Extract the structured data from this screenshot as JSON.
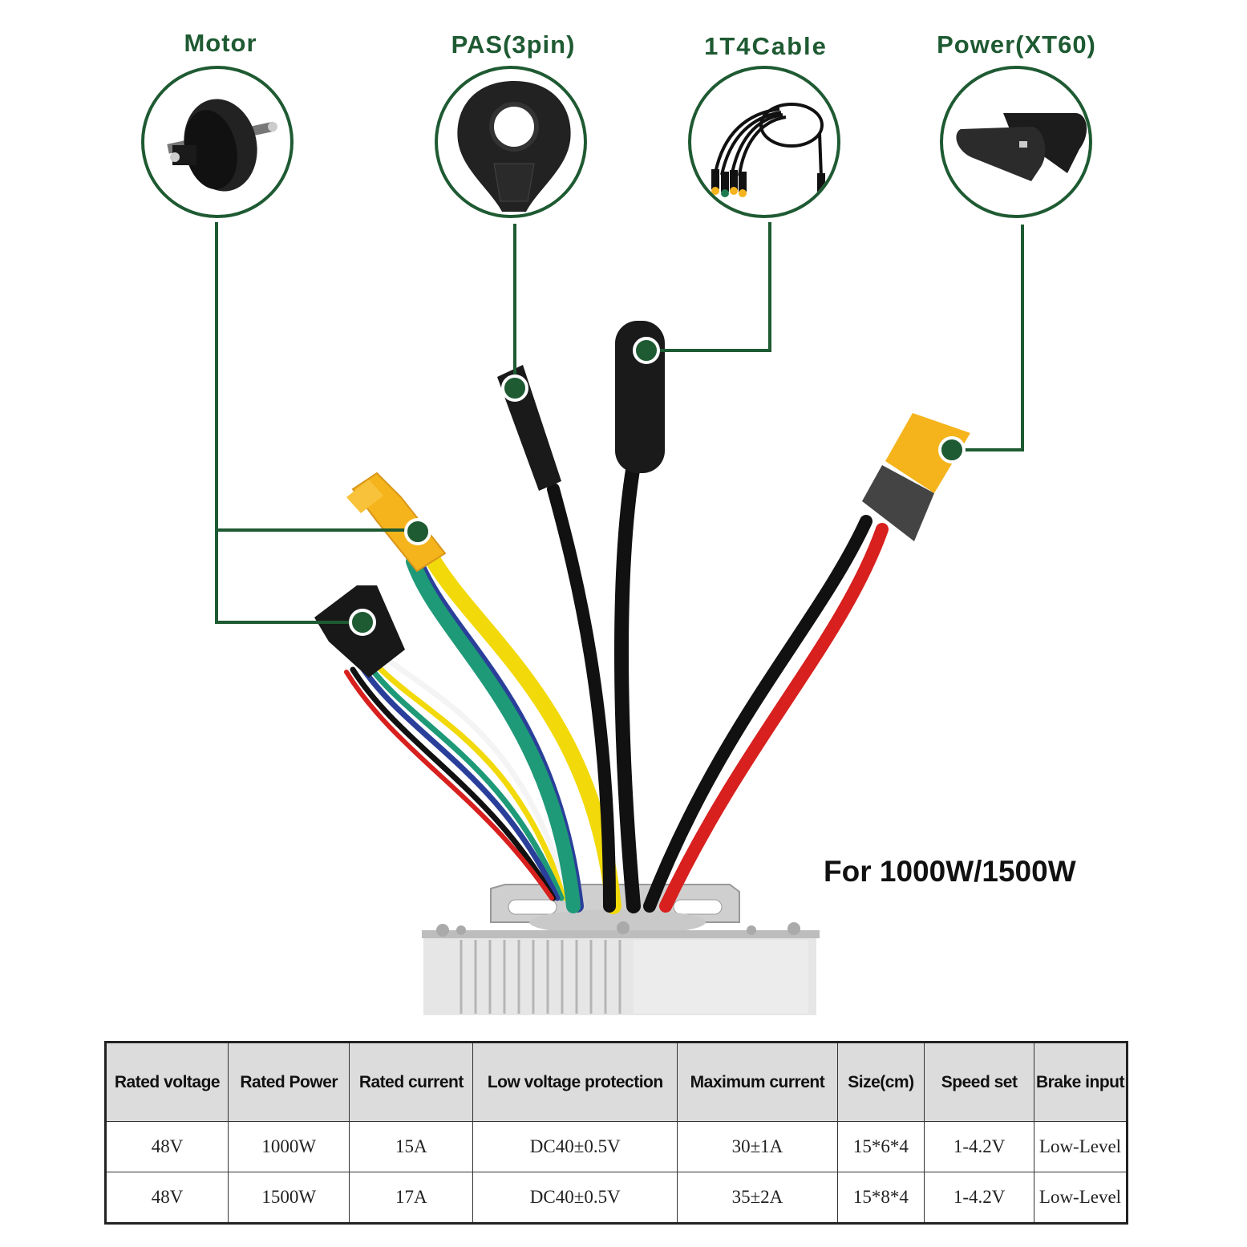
{
  "components": [
    {
      "id": "motor",
      "label": "Motor",
      "image": "hub-motor"
    },
    {
      "id": "pas",
      "label": "PAS(3pin)",
      "image": "pas-sensor-disc"
    },
    {
      "id": "cable",
      "label": "1T4Cable",
      "image": "1-to-4-cable"
    },
    {
      "id": "power",
      "label": "Power(XT60)",
      "image": "battery-pack"
    }
  ],
  "subtitle": "For 1000W/1500W",
  "colors": {
    "accent_green": "#1e5a32",
    "wire_yellow": "#f2d90a",
    "wire_green": "#1e9a78",
    "wire_blue": "#2a3f9a",
    "wire_red": "#d8201e",
    "connector_yellow": "#f5b41c"
  },
  "spec_table": {
    "headers": [
      "Rated voltage",
      "Rated Power",
      "Rated current",
      "Low voltage protection",
      "Maximum current",
      "Size(cm)",
      "Speed set",
      "Brake input"
    ],
    "rows": [
      [
        "48V",
        "1000W",
        "15A",
        "DC40±0.5V",
        "30±1A",
        "15*6*4",
        "1-4.2V",
        "Low-Level"
      ],
      [
        "48V",
        "1500W",
        "17A",
        "DC40±0.5V",
        "35±2A",
        "15*8*4",
        "1-4.2V",
        "Low-Level"
      ]
    ]
  }
}
